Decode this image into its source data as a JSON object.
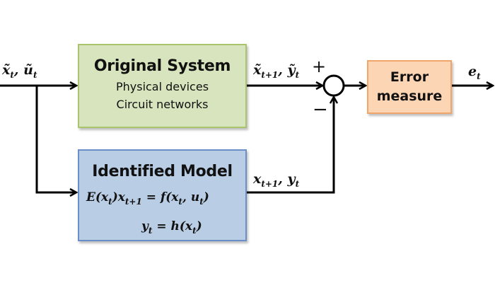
{
  "diagram": {
    "type": "block-diagram",
    "blocks": {
      "original_system": {
        "title": "Original System",
        "lines": [
          "Physical devices",
          "Circuit networks"
        ],
        "fill": "#d7e4bd",
        "border": "#a9c46c"
      },
      "identified_model": {
        "title": "Identified Model",
        "equations": [
          "E(x_t)x_{t+1} = f(x_t, u_t)",
          "y_t = h(x_t)"
        ],
        "fill": "#b9cde5",
        "border": "#6a8fc8"
      },
      "error_measure": {
        "title_line1": "Error",
        "title_line2": "measure",
        "fill": "#fcd5b5",
        "border": "#f0a66a"
      }
    },
    "signals": {
      "input": {
        "base": "x̃",
        "sub": "t",
        "base2": "ũ",
        "sub2": "t"
      },
      "system_output": {
        "base": "x̃",
        "sub": "t+1",
        "base2": "ỹ",
        "sub2": "t"
      },
      "model_output": {
        "base": "x",
        "sub": "t+1",
        "base2": "y",
        "sub2": "t"
      },
      "error_output": {
        "base": "e",
        "sub": "t"
      }
    },
    "summing_junction": {
      "plus": "+",
      "minus": "−"
    },
    "equation_parts": {
      "eq1": {
        "E": "E(",
        "x1": "x",
        "s1": "t",
        "mid": ")",
        "x2": "x",
        "s2": "t+1",
        "rhs": " = f(",
        "x3": "x",
        "s3": "t",
        "comma": ", ",
        "u": "u",
        "s4": "t",
        "end": ")"
      },
      "eq2": {
        "y": "y",
        "s1": "t",
        "rhs": " = h(",
        "x": "x",
        "s2": "t",
        "end": ")"
      }
    },
    "connections": [
      [
        "input",
        "original_system"
      ],
      [
        "input",
        "identified_model"
      ],
      [
        "original_system",
        "summing_junction",
        "+"
      ],
      [
        "identified_model",
        "summing_junction",
        "−"
      ],
      [
        "summing_junction",
        "error_measure"
      ],
      [
        "error_measure",
        "error_output"
      ]
    ]
  }
}
